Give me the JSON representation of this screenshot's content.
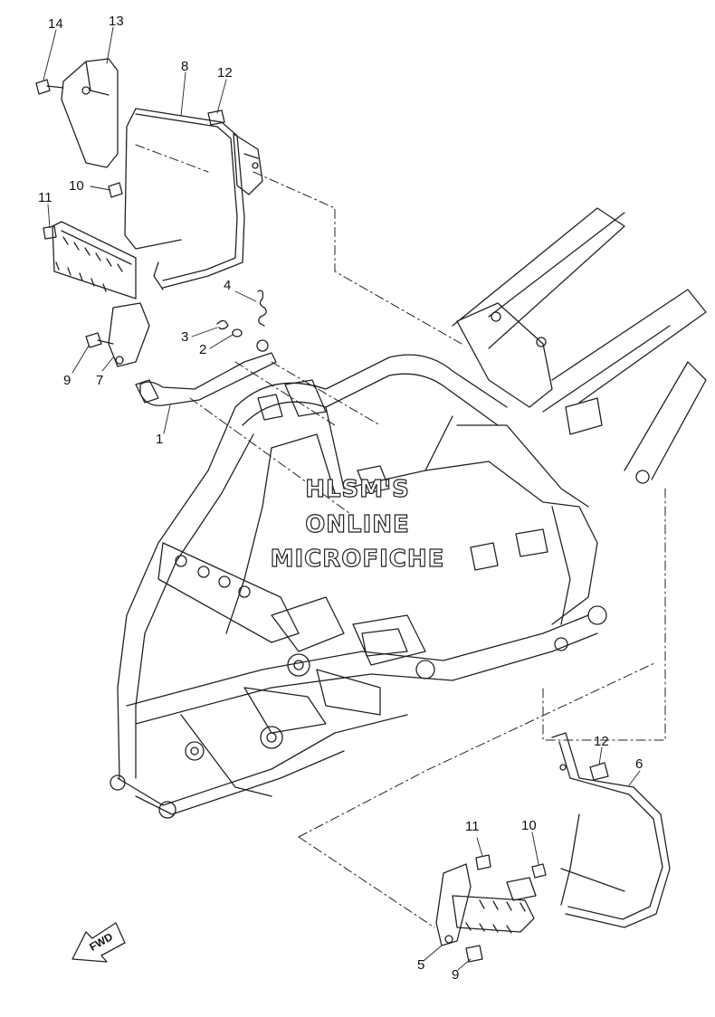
{
  "watermark": {
    "line1": "HLSM'S",
    "line2": "ONLINE",
    "line3": "MICROFICHE"
  },
  "direction_label": "FWD",
  "callouts": {
    "c1": "1",
    "c2": "2",
    "c3": "3",
    "c4": "4",
    "c5": "5",
    "c6": "6",
    "c7": "7",
    "c8": "8",
    "c9a": "9",
    "c9b": "9",
    "c10a": "10",
    "c10b": "10",
    "c11a": "11",
    "c11b": "11",
    "c12a": "12",
    "c12b": "12",
    "c13": "13",
    "c14": "14"
  }
}
